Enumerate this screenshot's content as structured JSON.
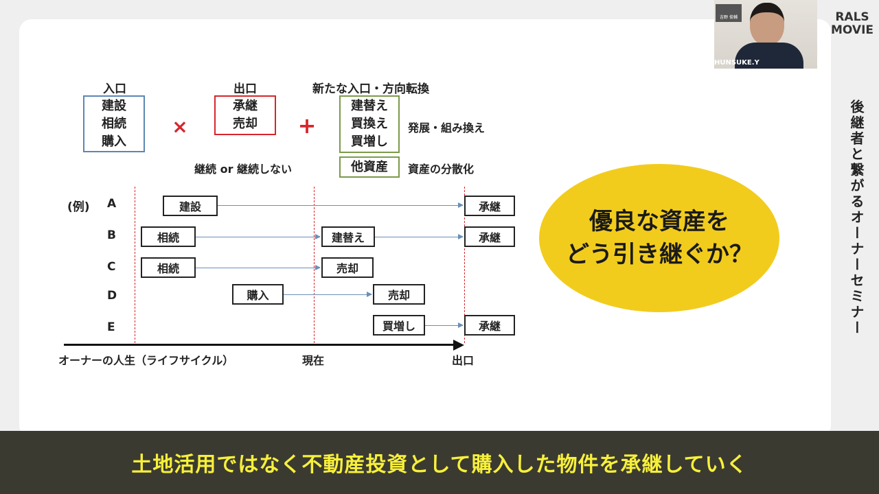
{
  "brand": {
    "line1": "RALS",
    "line2": "MOVIE"
  },
  "webcam": {
    "name": "HUNSUKE.Y",
    "nameplate": "吉野 俊輔"
  },
  "sidebar_title": "後継者と繋がるオーナーセミナー",
  "formula": {
    "entry_label": "入口",
    "entry_items": [
      "建設",
      "相続",
      "購入"
    ],
    "times": "×",
    "exit_label": "出口",
    "exit_items": [
      "承継",
      "売却"
    ],
    "plus": "+",
    "new_label": "新たな入口・方向転換",
    "new_items": [
      "建替え",
      "買換え",
      "買増し"
    ],
    "new_note": "発展・組み換え",
    "other": "他資産",
    "other_note": "資産の分散化",
    "continue_note": "継続 or 継続しない"
  },
  "examples": {
    "prefix": "(例)",
    "rows": [
      {
        "id": "A",
        "start": "建設",
        "end": "承継"
      },
      {
        "id": "B",
        "start": "相続",
        "mid": "建替え",
        "end": "承継"
      },
      {
        "id": "C",
        "start": "相続",
        "mid": "売却"
      },
      {
        "id": "D",
        "start": "購入",
        "mid": "売却"
      },
      {
        "id": "E",
        "mid": "買増し",
        "end": "承継"
      }
    ],
    "axis": {
      "start": "オーナーの人生（ライフサイクル）",
      "now": "現在",
      "exit": "出口"
    }
  },
  "callout": {
    "line1": "優良な資産を",
    "line2": "どう引き継ぐか？",
    "color": "#f2cc1d"
  },
  "subtitle": "土地活用ではなく不動産投資として購入した物件を承継していく"
}
